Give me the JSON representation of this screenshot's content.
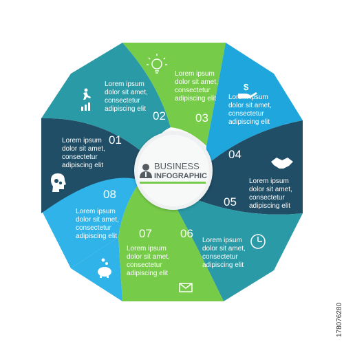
{
  "center": {
    "title": "BUSINESS",
    "subtitle": "INFOGRAPHIC",
    "icon": "businessman-icon"
  },
  "colors": {
    "dark_blue": "#1f4e66",
    "mid_blue": "#1593c4",
    "light_blue": "#2fb3e8",
    "teal": "#2a9aa6",
    "green": "#76cc48",
    "light_green": "#8ed45a"
  },
  "segments": [
    {
      "number": "01",
      "icon": "",
      "lines": [
        "Lorem ipsum",
        "dolor sit amet,",
        "consectetur",
        "adipiscing elit"
      ]
    },
    {
      "number": "02",
      "icon": "running-growth-icon",
      "lines": [
        "Lorem ipsum",
        "dolor sit amet,",
        "consectetur",
        "adipiscing elit"
      ]
    },
    {
      "number": "03",
      "icon": "lightbulb-icon",
      "lines": [
        "Lorem ipsum",
        "dolor sit amet,",
        "consectetur",
        "adipiscing elit"
      ]
    },
    {
      "number": "04",
      "icon": "money-hand-icon",
      "lines": [
        "Lorem ipsum",
        "dolor sit amet,",
        "consectetur",
        "adipiscing elit"
      ]
    },
    {
      "number": "05",
      "icon": "handshake-icon",
      "lines": [
        "Lorem ipsum",
        "dolor sit amet,",
        "consectetur",
        "adipiscing elit"
      ]
    },
    {
      "number": "06",
      "icon": "clock-icon",
      "lines": [
        "Lorem ipsum",
        "dolor sit amet,",
        "consectetur",
        "adipiscing elit"
      ]
    },
    {
      "number": "07",
      "icon": "envelope-icon",
      "lines": [
        "Lorem ipsum",
        "dolor sit amet,",
        "consectetur",
        "adipiscing elit"
      ]
    },
    {
      "number": "08",
      "icon": "piggy-bank-icon",
      "lines": [
        "Lorem ipsum",
        "dolor sit amet,",
        "consectetur",
        "adipiscing elit"
      ]
    }
  ],
  "brain_icon": "head-gears-icon",
  "side_code": "178076280"
}
